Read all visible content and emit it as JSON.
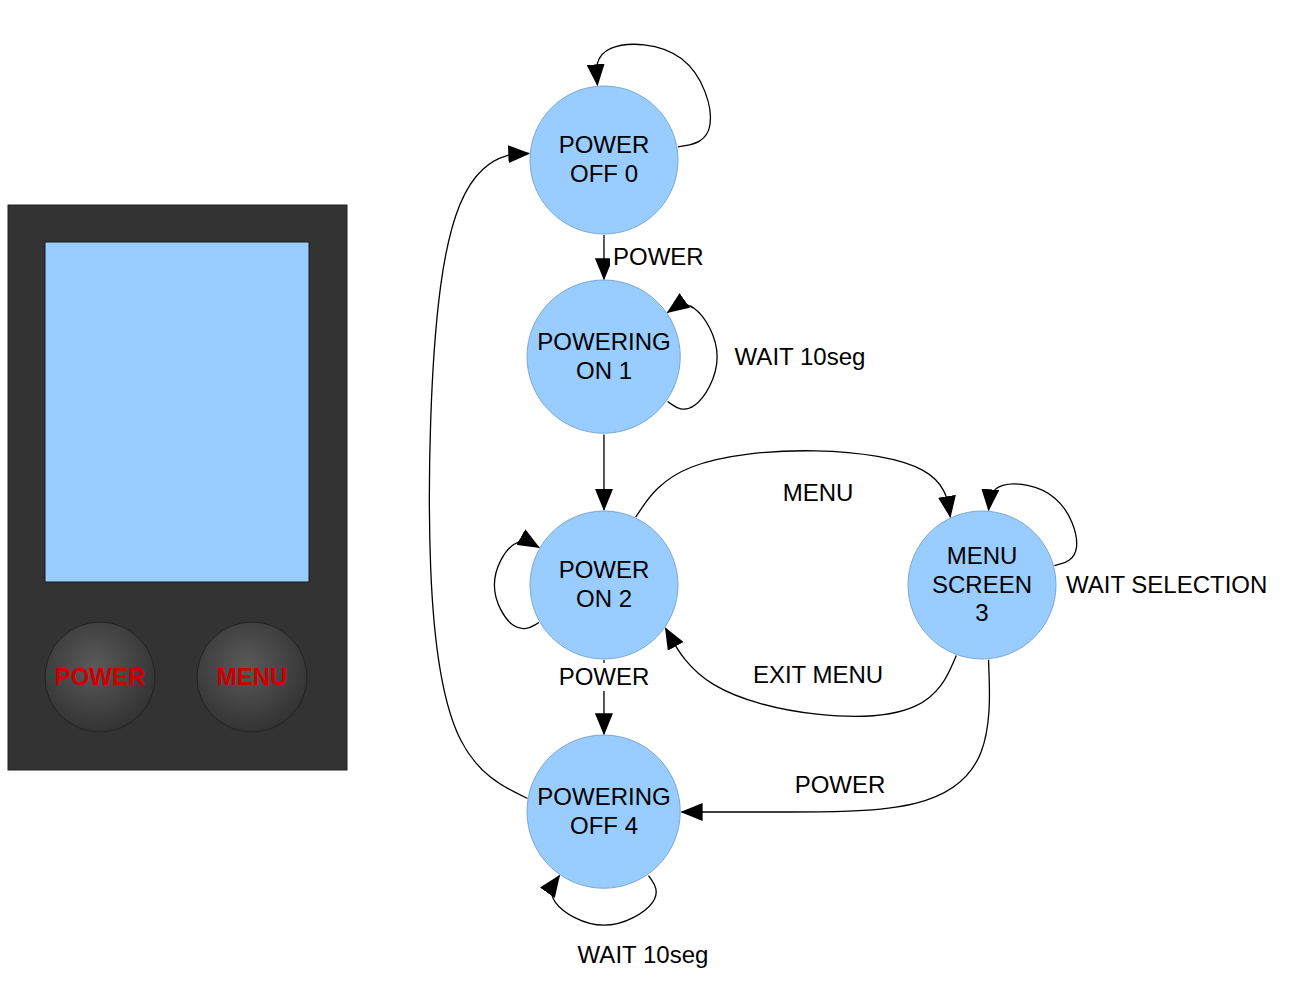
{
  "diagram": {
    "nodes": [
      {
        "text": [
          "POWER OFF 0"
        ]
      },
      {
        "text": [
          "POWERING ON 1"
        ]
      },
      {
        "text": [
          "POWER ON 2"
        ]
      },
      {
        "text": [
          "MENU SCREEN 3"
        ]
      },
      {
        "text": [
          "POWERING OFF 4"
        ]
      },
      {
        "text": [
          "POWER"
        ]
      },
      {
        "text": [
          "MENU"
        ]
      }
    ],
    "edges": [
      {
        "from": 0,
        "to": 0,
        "arrow": "to"
      },
      {
        "from": 0,
        "to": 1,
        "label": "POWER",
        "arrow": "to"
      },
      {
        "from": 1,
        "to": 1,
        "label": "WAIT 10seg",
        "arrow": "to"
      },
      {
        "from": 1,
        "to": 2,
        "arrow": "to"
      },
      {
        "from": 2,
        "to": 2,
        "arrow": "to"
      },
      {
        "from": 2,
        "to": 3,
        "label": "MENU",
        "arrow": "to"
      },
      {
        "from": 3,
        "to": 3,
        "label": "WAIT SELECTION",
        "arrow": "to"
      },
      {
        "from": 3,
        "to": 2,
        "label": "EXIT MENU",
        "arrow": "to"
      },
      {
        "from": 2,
        "to": 4,
        "label": "POWER",
        "arrow": "to"
      },
      {
        "from": 3,
        "to": 4,
        "label": "POWER",
        "arrow": "to"
      },
      {
        "from": 4,
        "to": 4,
        "label": "WAIT 10seg",
        "arrow": "to"
      },
      {
        "from": 4,
        "to": 0,
        "arrow": "to"
      }
    ]
  }
}
